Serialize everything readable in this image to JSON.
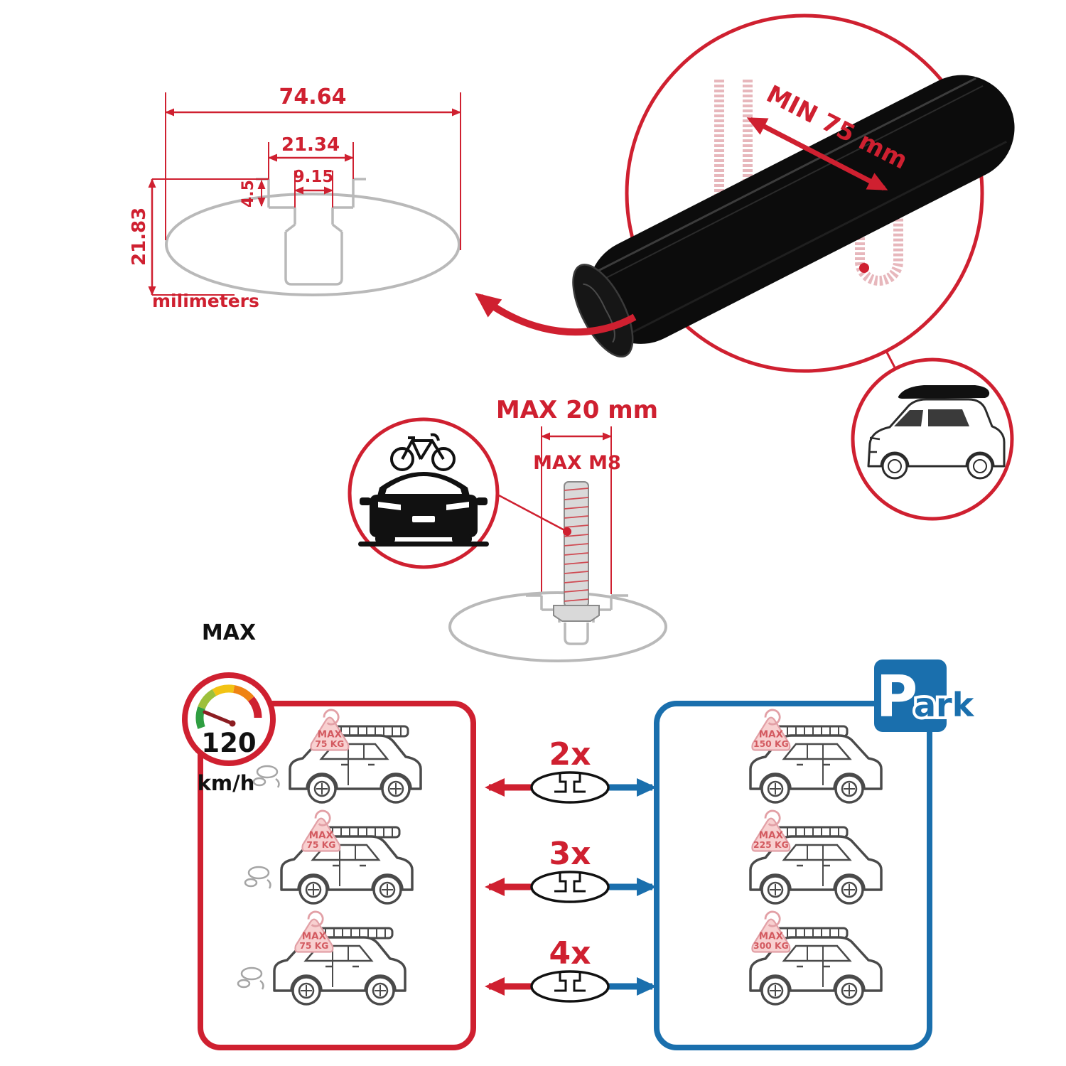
{
  "colors": {
    "red": "#cf2030",
    "blue": "#1a6fad",
    "gray": "#b9b9b9",
    "pink": "#e7b7bc",
    "black": "#0c0c0c"
  },
  "dimension_diagram": {
    "total_width": "74.64",
    "opening_width": "21.34",
    "slot_width": "9.15",
    "lip_depth": "4.5",
    "total_height": "21.83",
    "unit_label": "milimeters"
  },
  "crossbar_detail": {
    "min_span_label": "MIN 75 mm"
  },
  "bolt_diagram": {
    "max_slot_label": "MAX 20 mm",
    "max_bolt_label": "MAX M8"
  },
  "speed_limit": {
    "title": "MAX",
    "value": "120",
    "unit": "km/h"
  },
  "driving_panel": {
    "cars": [
      {
        "badge_title": "MAX",
        "badge_value": "75 KG"
      },
      {
        "badge_title": "MAX",
        "badge_value": "75 KG"
      },
      {
        "badge_title": "MAX",
        "badge_value": "75 KG"
      }
    ]
  },
  "multipliers": [
    {
      "label": "2x"
    },
    {
      "label": "3x"
    },
    {
      "label": "4x"
    }
  ],
  "parking_panel": {
    "sign_letter": "P",
    "sign_suffix": "ark",
    "cars": [
      {
        "badge_title": "MAX",
        "badge_value": "150 KG"
      },
      {
        "badge_title": "MAX",
        "badge_value": "225 KG"
      },
      {
        "badge_title": "MAX",
        "badge_value": "300 KG"
      }
    ]
  }
}
